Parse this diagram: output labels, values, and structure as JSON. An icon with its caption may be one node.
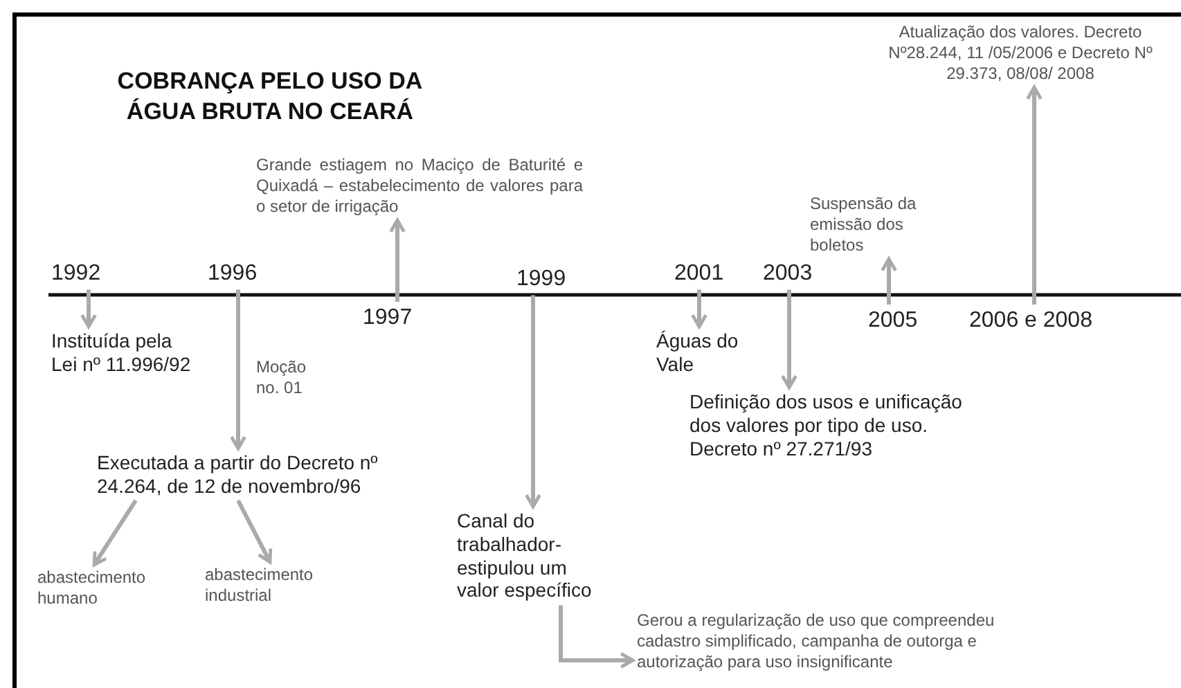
{
  "diagram": {
    "title": "COBRANÇA PELO USO DA ÁGUA BRUTA NO CEARÁ",
    "nodes": [
      {
        "text": [
          "1992"
        ]
      },
      {
        "text": [
          "Instituída pela Lei nº 11.996/92"
        ]
      },
      {
        "text": [
          "1996"
        ]
      },
      {
        "text": [
          "Executada a partir do Decreto nº 24.264, de 12 de novembro/96"
        ]
      },
      {
        "text": [
          "abastecimento humano"
        ]
      },
      {
        "text": [
          "abastecimento industrial"
        ]
      },
      {
        "text": [
          "1997"
        ]
      },
      {
        "text": [
          "Grande estiagem no Maciço de Baturité e Quixadá – estabelecimento de valores para o setor de irrigação"
        ]
      },
      {
        "text": [
          "1999"
        ]
      },
      {
        "text": [
          "Canal do trabalhador- estipulou um valor específico"
        ]
      },
      {
        "text": [
          "Gerou a regularização de uso que compreendeu cadastro simplificado, campanha de outorga e autorização para uso insignificante"
        ]
      },
      {
        "text": [
          "2001"
        ]
      },
      {
        "text": [
          "Águas do Vale"
        ]
      },
      {
        "text": [
          "2003"
        ]
      },
      {
        "text": [
          "Definição dos usos e unificação dos valores por tipo de uso. Decreto nº 27.271/93"
        ]
      },
      {
        "text": [
          "2005"
        ]
      },
      {
        "text": [
          "Suspensão da emissão dos boletos"
        ]
      },
      {
        "text": [
          "2006 e 2008"
        ]
      },
      {
        "text": [
          "Atualização dos valores. Decreto Nº28.244, 11 /05/2006 e Decreto Nº 29.373, 08/08/ 2008"
        ]
      }
    ],
    "edges": [
      {
        "from": 0,
        "to": 1,
        "arrow": "to"
      },
      {
        "from": 2,
        "to": 3,
        "arrow": "to",
        "label": "Moção no. 01"
      },
      {
        "from": 3,
        "to": 4,
        "arrow": "to"
      },
      {
        "from": 3,
        "to": 5,
        "arrow": "to"
      },
      {
        "from": 6,
        "to": 7,
        "arrow": "to"
      },
      {
        "from": 8,
        "to": 9,
        "arrow": "to"
      },
      {
        "from": 9,
        "to": 10,
        "arrow": "to"
      },
      {
        "from": 11,
        "to": 12,
        "arrow": "to"
      },
      {
        "from": 13,
        "to": 14,
        "arrow": "to"
      },
      {
        "from": 15,
        "to": 16,
        "arrow": "to"
      },
      {
        "from": 17,
        "to": 18,
        "arrow": "to"
      }
    ]
  }
}
